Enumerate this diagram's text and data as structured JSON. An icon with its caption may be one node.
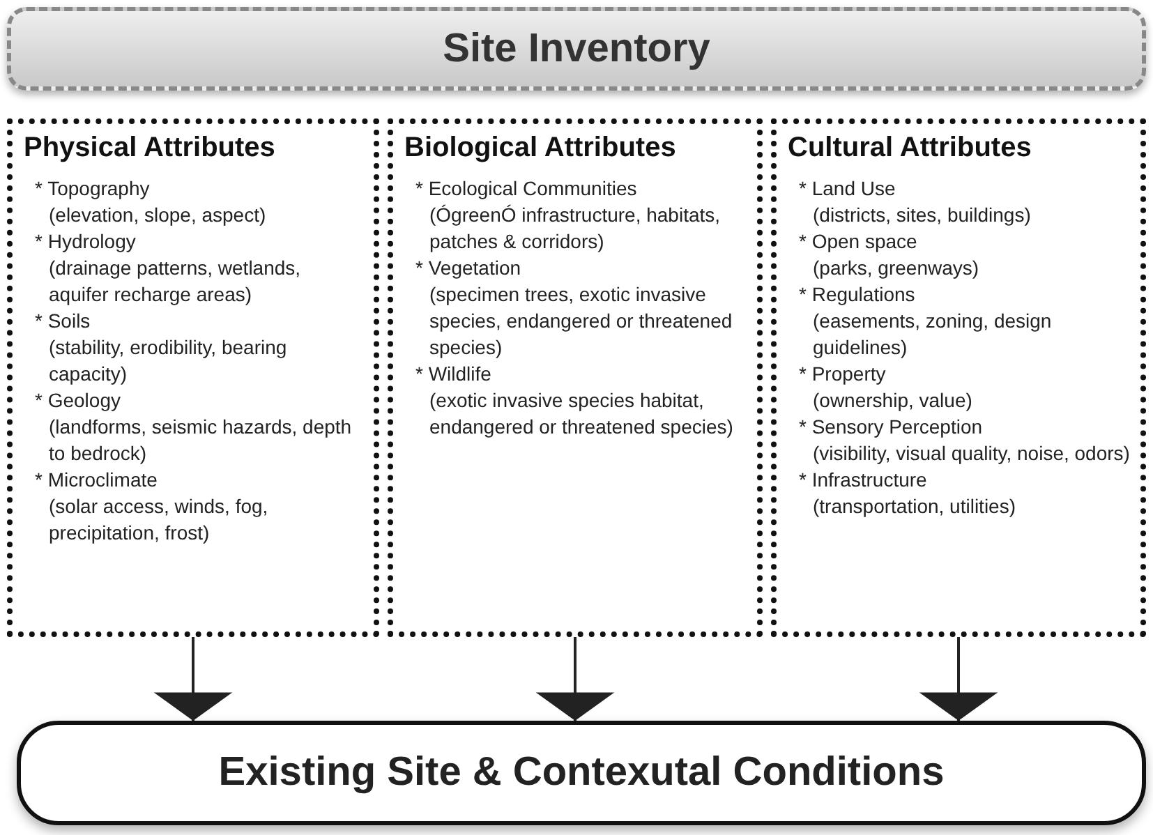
{
  "diagram": {
    "nodes": [
      {
        "text": [
          "Site Inventory"
        ]
      },
      {
        "text": [
          "Physical Attributes",
          "* Topography",
          "(elevation, slope, aspect)",
          "* Hydrology",
          "(drainage patterns, wetlands, aquifer recharge areas)",
          "* Soils",
          "(stability, erodibility, bearing capacity)",
          "* Geology",
          "(landforms, seismic hazards, depth to bedrock)",
          "* Microclimate",
          "(solar access, winds, fog, precipitation, frost)"
        ]
      },
      {
        "text": [
          "Biological Attributes",
          "* Ecological Communities",
          "(ÓgreenÓ infrastructure, habitats, patches & corridors)",
          "* Vegetation",
          "(specimen trees, exotic invasive species, endangered or threatened species)",
          "* Wildlife",
          "(exotic invasive species habitat, endangered or threatened species)"
        ]
      },
      {
        "text": [
          "Cultural Attributes",
          "* Land Use",
          "(districts, sites, buildings)",
          "* Open space",
          "(parks, greenways)",
          "* Regulations",
          "(easements, zoning, design guidelines)",
          "* Property",
          "(ownership, value)",
          "* Sensory Perception",
          "(visibility, visual quality, noise, odors)",
          "* Infrastructure",
          "(transportation, utilities)"
        ]
      },
      {
        "text": [
          "Existing Site & Contexutal Conditions"
        ]
      }
    ],
    "edges": [
      {
        "from": 1,
        "to": 4,
        "arrow": "to"
      },
      {
        "from": 2,
        "to": 4,
        "arrow": "to"
      },
      {
        "from": 3,
        "to": 4,
        "arrow": "to"
      }
    ]
  }
}
